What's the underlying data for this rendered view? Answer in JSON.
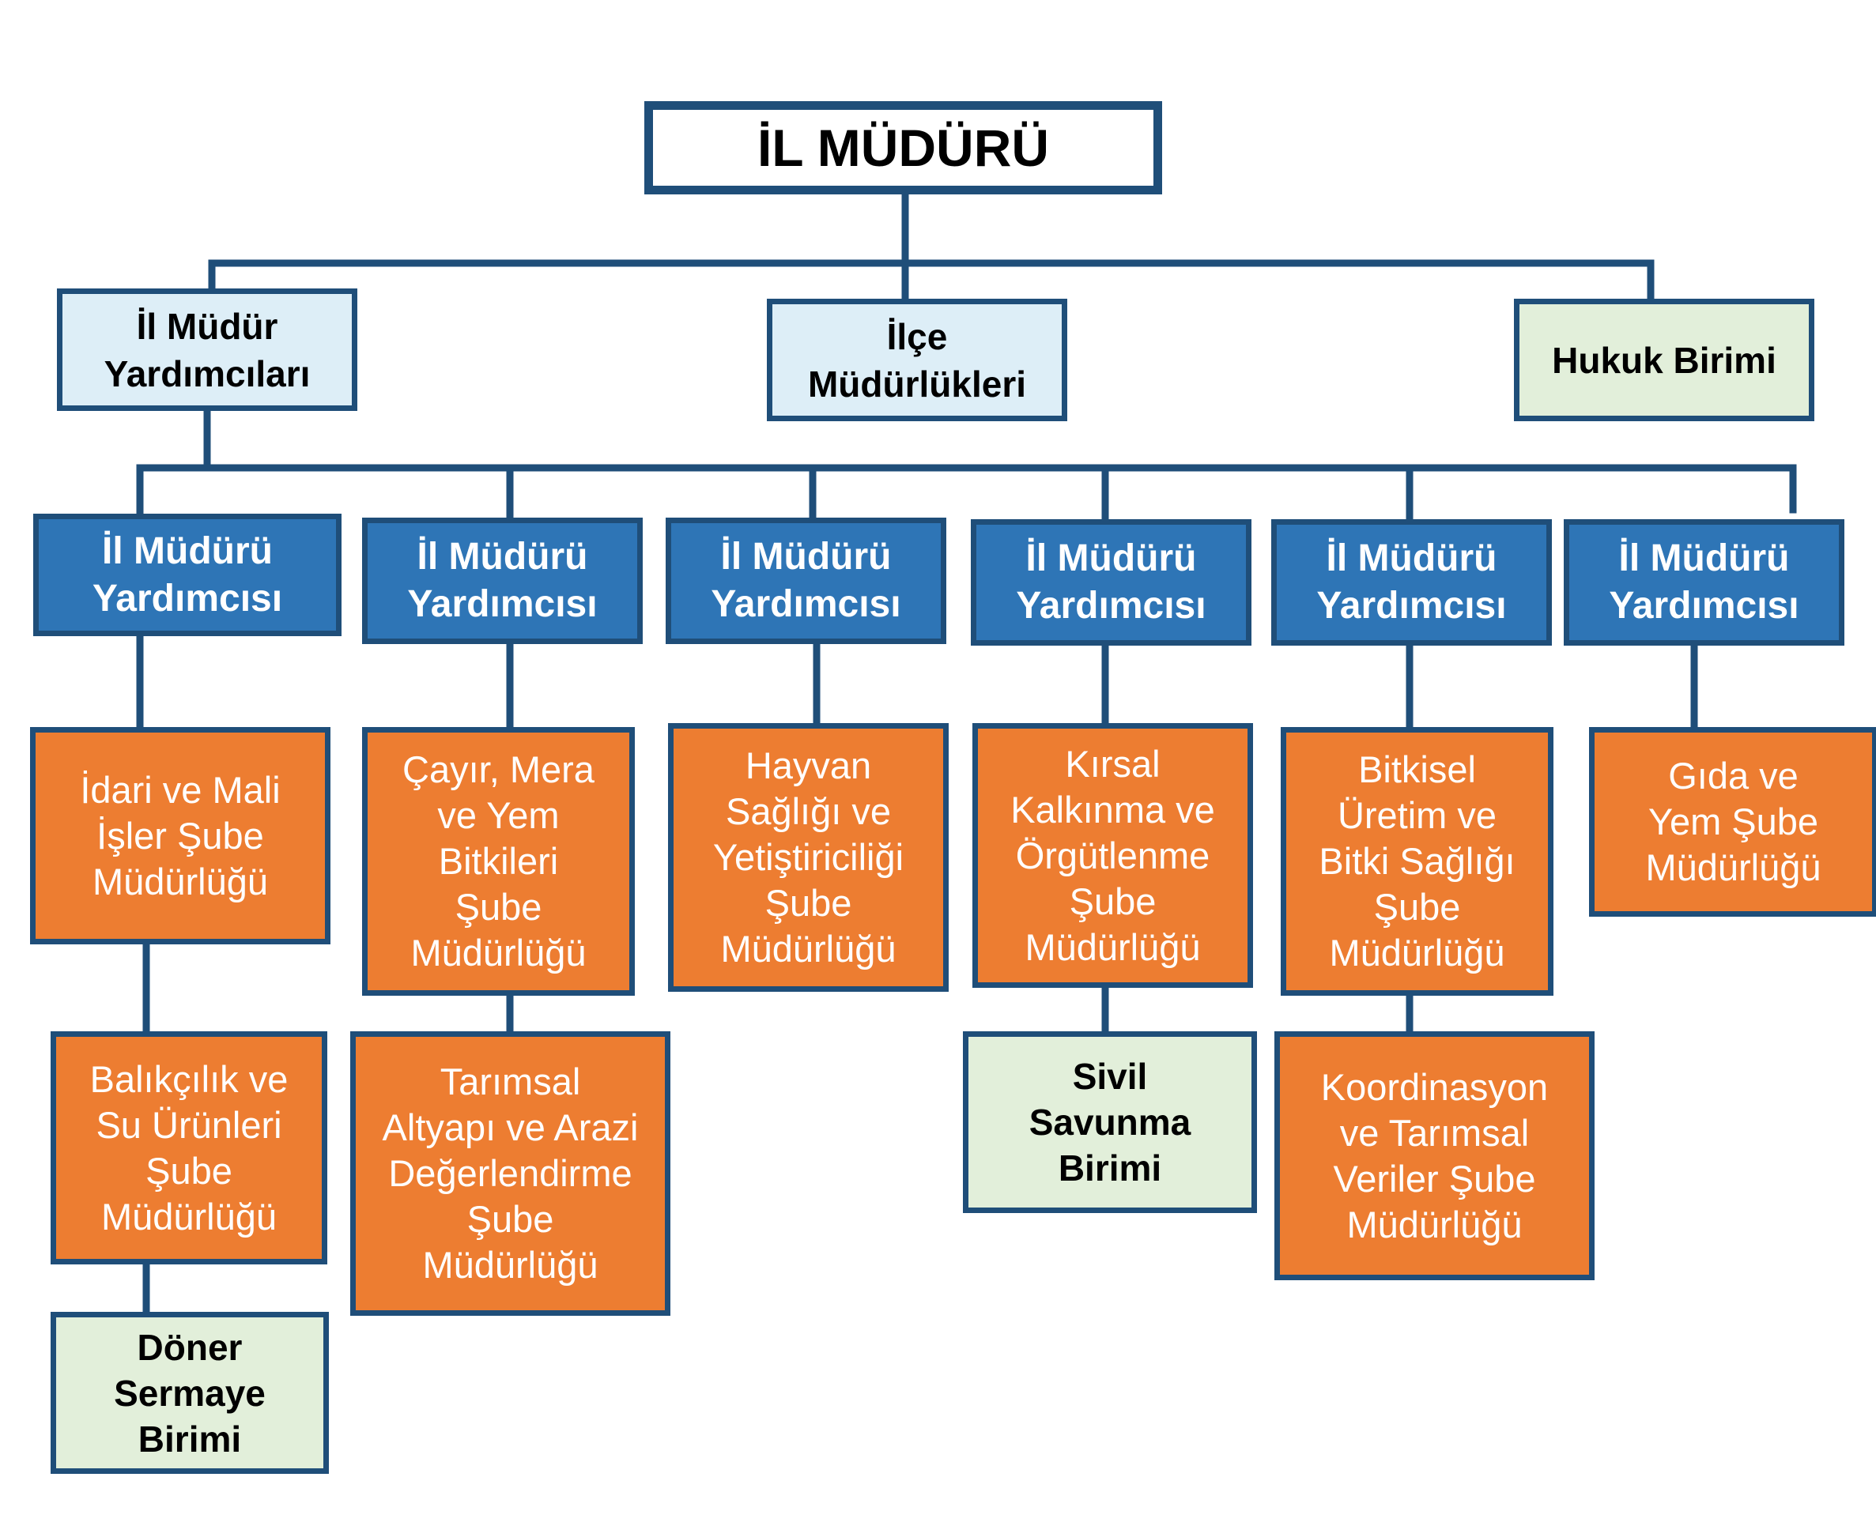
{
  "director": "İL MÜDÜRÜ",
  "level1": {
    "assistants_group": "İl Müdür\nYardımcıları",
    "district_offices": "İlçe\nMüdürlükleri",
    "legal_unit": "Hukuk Birimi"
  },
  "assistant_label": "İl Müdürü\nYardımcısı",
  "branches": {
    "idari_mali": "İdari ve Mali\nİşler Şube\nMüdürlüğü",
    "balikcilik": "Balıkçılık ve\nSu Ürünleri\nŞube\nMüdürlüğü",
    "doner_sermaye": "Döner\nSermaye\nBirimi",
    "cayir_mera": "Çayır, Mera\nve Yem\nBitkileri\nŞube\nMüdürlüğü",
    "tarimsal_altyapi": "Tarımsal\nAltyapı ve Arazi\nDeğerlendirme\nŞube\nMüdürlüğü",
    "hayvan_sagligi": "Hayvan\nSağlığı ve\nYetiştiriciliği\nŞube\nMüdürlüğü",
    "kirsal_kalkinma": "Kırsal\nKalkınma ve\nÖrgütlenme\nŞube\nMüdürlüğü",
    "sivil_savunma": "Sivil\nSavunma\nBirimi",
    "bitkisel_uretim": "Bitkisel\nÜretim ve\nBitki Sağlığı\nŞube\nMüdürlüğü",
    "koordinasyon": "Koordinasyon\nve Tarımsal\nVeriler Şube\nMüdürlüğü",
    "gida_yem": "Gıda ve\nYem Şube\nMüdürlüğü"
  },
  "colors": {
    "border": "#1f4e79",
    "assistant_fill": "#2e75b6",
    "branch_fill": "#ed7d31",
    "unit_fill": "#e2efda",
    "group_fill": "#ddeef7"
  }
}
